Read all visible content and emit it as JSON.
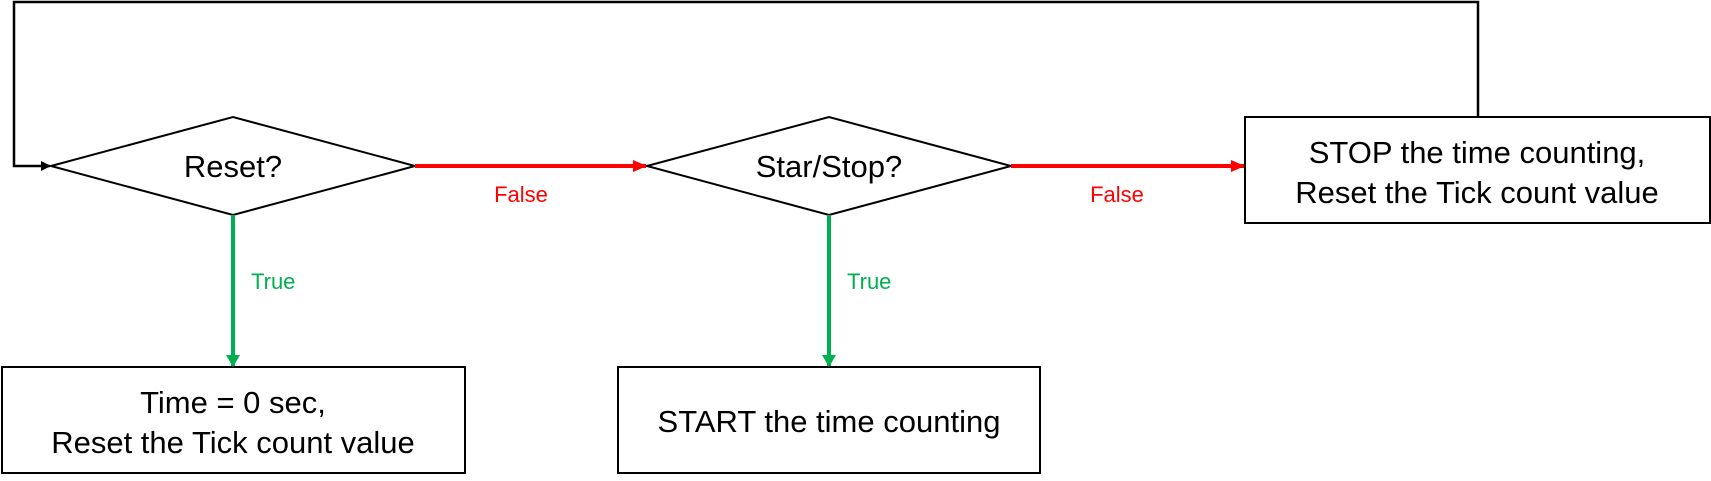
{
  "colors": {
    "stroke": "#000000",
    "false_edge": "#FF0000",
    "true_edge": "#00B050"
  },
  "nodes": {
    "reset_decision": "Reset?",
    "startstop_decision": "Star/Stop?",
    "stop_box": {
      "line1": "STOP the time counting,",
      "line2": "Reset the Tick count value"
    },
    "time_zero_box": {
      "line1": "Time = 0 sec,",
      "line2": "Reset the Tick count value"
    },
    "start_box": "START the time counting"
  },
  "edges": {
    "reset_false": "False",
    "reset_true": "True",
    "startstop_false": "False",
    "startstop_true": "True"
  }
}
